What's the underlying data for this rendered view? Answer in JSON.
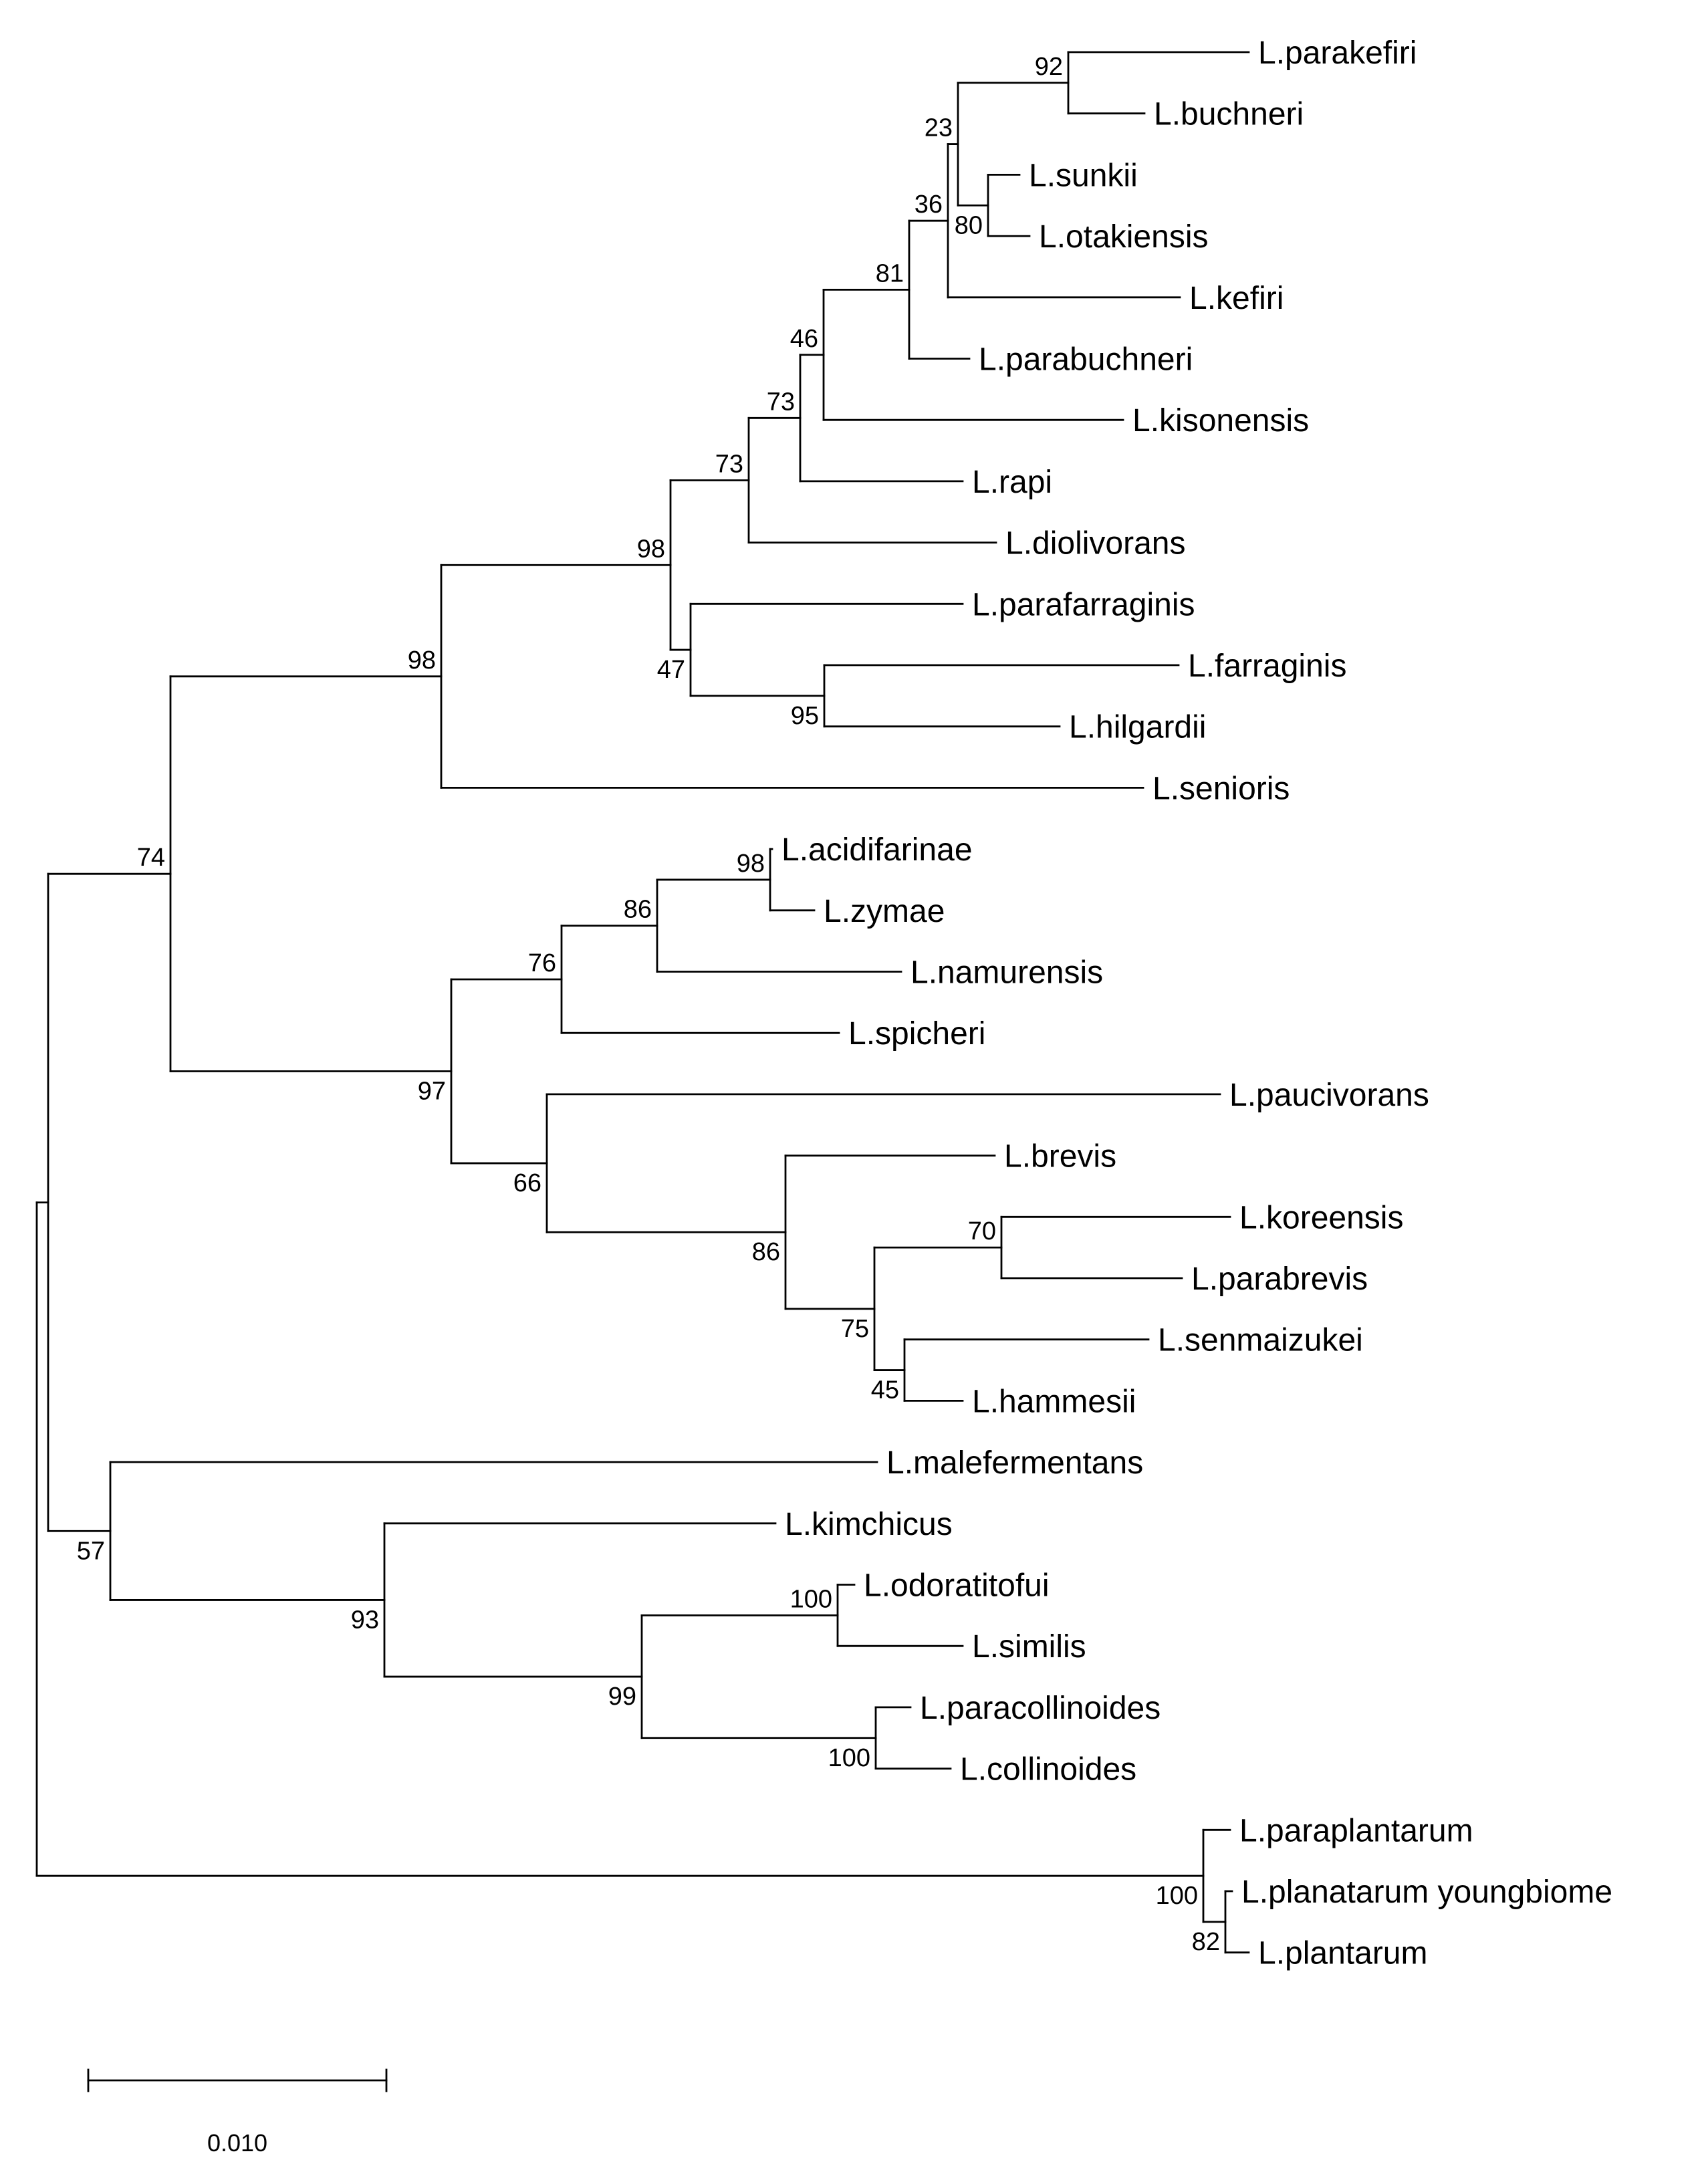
{
  "taxa": [
    "L.parakefiri",
    "L.buchneri",
    "L.sunkii",
    "L.otakiensis",
    "L.kefiri",
    "L.parabuchneri",
    "L.kisonensis",
    "L.rapi",
    "L.diolivorans",
    "L.parafarraginis",
    "L.farraginis",
    "L.hilgardii",
    "L.senioris",
    "L.acidifarinae",
    "L.zymae",
    "L.namurensis",
    "L.spicheri",
    "L.paucivorans",
    "L.brevis",
    "L.koreensis",
    "L.parabrevis",
    "L.senmaizukei",
    "L.hammesii",
    "L.malefermentans",
    "L.kimchicus",
    "L.odoratitofui",
    "L.similis",
    "L.paracollinoides",
    "L.collinoides",
    "L.paraplantarum",
    "L.planatarum youngbiome",
    "L.plantarum"
  ],
  "bootstrap": {
    "n_parakefiri_buchneri": "92",
    "n_buchneri_group": "23",
    "n_sunkii_otakiensis": "80",
    "n_kefiri_group": "36",
    "n_parabuchneri_group": "81",
    "n_kisonensis_group": "46",
    "n_rapi_group": "73",
    "n_diolivorans_group": "73",
    "n_farraginis_hilgardii": "95",
    "n_parafarraginis_group": "47",
    "n_buchneri_clade": "98",
    "n_senioris_group": "98",
    "n_acidifarinae_zymae": "98",
    "n_namurensis_group": "86",
    "n_spicheri_group": "76",
    "n_koreensis_parabrevis": "70",
    "n_senmaizukei_hammesii": "45",
    "n_brevis_inner": "75",
    "n_brevis_group": "86",
    "n_paucivorans_group": "66",
    "n_brevis_clade": "97",
    "n_big_clade": "74",
    "n_odoratitofui_similis": "100",
    "n_paracollinoides_collinoides": "100",
    "n_collinoides_group": "99",
    "n_kimchicus_group": "93",
    "n_malefermentans_group": "57",
    "n_youngbiome_plantarum": "82",
    "n_plantarum_group": "100"
  },
  "scale_bar": {
    "label": "0.010",
    "length": 0.01
  }
}
